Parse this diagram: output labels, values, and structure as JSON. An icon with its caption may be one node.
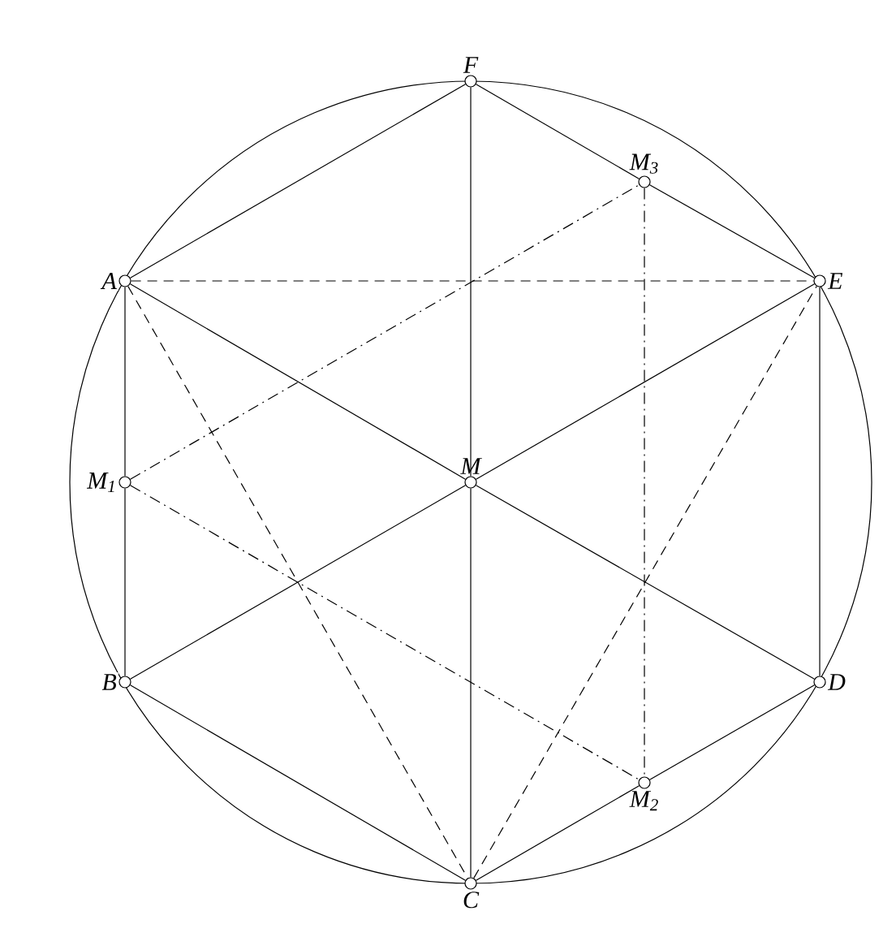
{
  "diagram": {
    "nodes": [
      {
        "text": [
          "F"
        ]
      },
      {
        "text": [
          "M$_{3}$"
        ]
      },
      {
        "text": [
          "A"
        ]
      },
      {
        "text": [
          "E"
        ]
      },
      {
        "text": [
          "M$_{1}$"
        ]
      },
      {
        "text": [
          "M"
        ]
      },
      {
        "text": [
          "B"
        ]
      },
      {
        "text": [
          "D"
        ]
      },
      {
        "text": [
          "M$_{2}$"
        ]
      },
      {
        "text": [
          "C"
        ]
      }
    ],
    "edges": [
      {
        "from": 2,
        "to": 0,
        "arrow": "none"
      },
      {
        "from": 0,
        "to": 1,
        "arrow": "none"
      },
      {
        "from": 1,
        "to": 3,
        "arrow": "none"
      },
      {
        "from": 3,
        "to": 7,
        "arrow": "none"
      },
      {
        "from": 7,
        "to": 8,
        "arrow": "none"
      },
      {
        "from": 8,
        "to": 9,
        "arrow": "none"
      },
      {
        "from": 9,
        "to": 6,
        "arrow": "none"
      },
      {
        "from": 6,
        "to": 4,
        "arrow": "none"
      },
      {
        "from": 4,
        "to": 2,
        "arrow": "none"
      },
      {
        "from": 2,
        "to": 5,
        "arrow": "none"
      },
      {
        "from": 5,
        "to": 7,
        "arrow": "none"
      },
      {
        "from": 6,
        "to": 5,
        "arrow": "none"
      },
      {
        "from": 5,
        "to": 3,
        "arrow": "none"
      },
      {
        "from": 0,
        "to": 5,
        "arrow": "none"
      },
      {
        "from": 5,
        "to": 9,
        "arrow": "none"
      },
      {
        "from": 2,
        "to": 3,
        "arrow": "none",
        "style": "dashed"
      },
      {
        "from": 2,
        "to": 9,
        "arrow": "none",
        "style": "dashed"
      },
      {
        "from": 9,
        "to": 3,
        "arrow": "none",
        "style": "dashed"
      },
      {
        "from": 4,
        "to": 1,
        "arrow": "none",
        "style": "dashed"
      },
      {
        "from": 4,
        "to": 8,
        "arrow": "none",
        "style": "dashed"
      },
      {
        "from": 1,
        "to": 8,
        "arrow": "none",
        "style": "dashed"
      }
    ]
  }
}
